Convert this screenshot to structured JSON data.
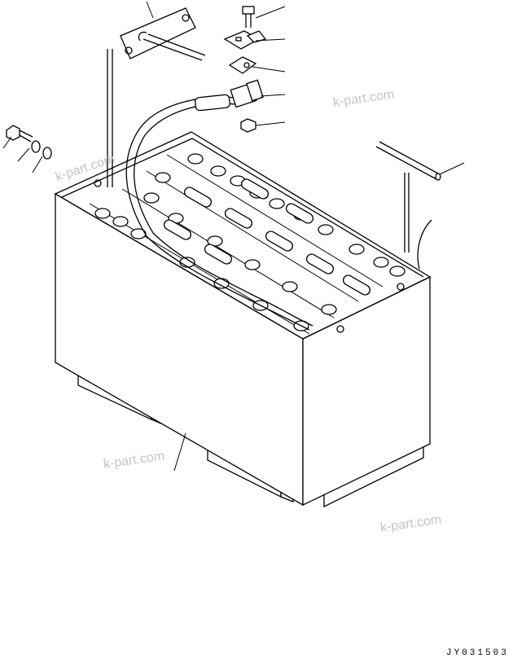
{
  "watermarks": [
    "k-part.com",
    "k-part.com",
    "k-part.com",
    "k-part.com"
  ],
  "figure_code": "JY031503"
}
